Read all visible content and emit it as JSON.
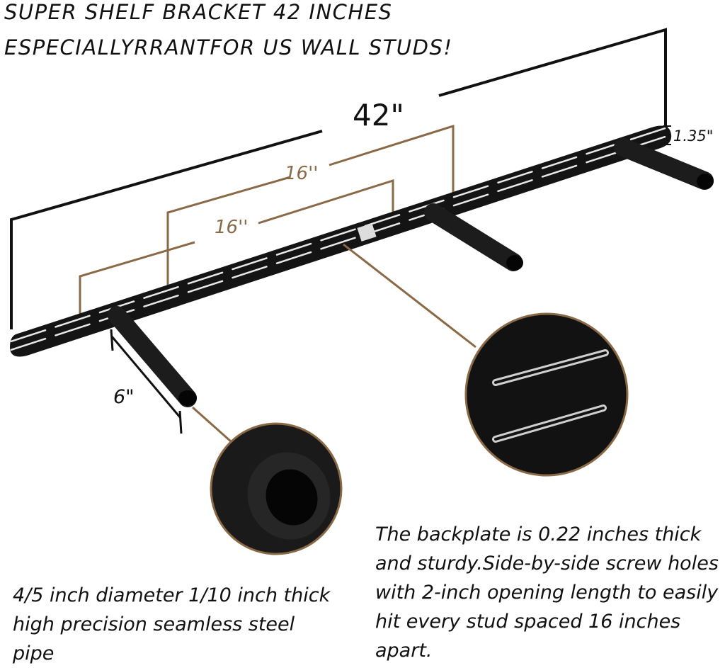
{
  "title": {
    "line1": "SUPER SHELF BRACKET 42 INCHES",
    "line2": "ESPECIALLYRRANTFOR US WALL STUDS!"
  },
  "dimensions": {
    "length": "42\"",
    "spacing_outer": "16''",
    "spacing_inner": "16''",
    "height": "1.35\"",
    "rod_length": "6\""
  },
  "captions": {
    "pipe": "4/5 inch diameter 1/10 inch thick high precision seamless steel pipe",
    "backplate": "The backplate is 0.22 inches thick and sturdy.Side-by-side screw holes with 2-inch opening length to easily hit every stud spaced 16 inches apart."
  },
  "colors": {
    "bracket": "#141414",
    "guide": "#8a6a46",
    "dimension_line": "#111111",
    "background": "#ffffff"
  }
}
